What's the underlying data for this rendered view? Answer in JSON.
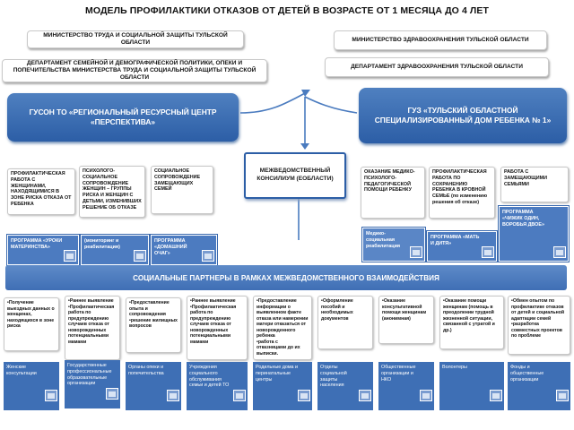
{
  "title": "МОДЕЛЬ ПРОФИЛАКТИКИ ОТКАЗОВ ОТ ДЕТЕЙ В ВОЗРАСТЕ ОТ 1 МЕСЯЦА ДО 4 ЛЕТ",
  "ministries": {
    "labor": "МИНИСТЕРСТВО ТРУДА И СОЦИАЛЬНОЙ ЗАЩИТЫ ТУЛЬСКОЙ ОБЛАСТИ",
    "health": "МИНИСТЕРСТВО ЗДРАВООХРАНЕНИЯ ТУЛЬСКОЙ ОБЛАСТИ",
    "dept_family": "ДЕПАРТАМЕНТ СЕМЕЙНОЙ И ДЕМОГРАФИЧЕСКОЙ ПОЛИТИКИ, ОПЕКИ И ПОПЕЧИТЕЛЬСТВА МИНИСТЕРСТВА ТРУДА И СОЦИАЛЬНОЙ ЗАЩИТЫ ТУЛЬСКОЙ ОБЛАСТИ",
    "dept_health": "ДЕПАРТАМЕНТ ЗДРАВООХРАНЕНИЯ ТУЛЬСКОЙ ОБЛАСТИ"
  },
  "institutions": {
    "left": "ГУСОН ТО «РЕГИОНАЛЬНЫЙ РЕСУРСНЫЙ ЦЕНТР «ПЕРСПЕКТИВА»",
    "right": "ГУЗ «ТУЛЬСКИЙ ОБЛАСТНОЙ СПЕЦИАЛИЗИРОВАННЫЙ ДОМ РЕБЕНКА № 1»"
  },
  "consilium": "МЕЖВЕДОМСТВЕННЫЙ КОНСИЛИУМ (ЕОБЛАСТИ)",
  "left_services": [
    "ПРОФИЛАКТИЧЕСКАЯ РАБОТА С ЖЕНЩИНАМИ, НАХОДЯЩИМИСЯ В ЗОНЕ РИСКА ОТКАЗА ОТ РЕБЕНКА",
    "ПСИХОЛОГО-СОЦИАЛЬНОЕ СОПРОВОЖДЕНИЕ ЖЕНЩИН – ГРУППЫ РИСКА И ЖЕНЩИН С ДЕТЬМИ, ИЗМЕНИВШИХ РЕШЕНИЕ ОБ ОТКАЗЕ",
    "СОЦИАЛЬНОЕ СОПРОВОЖДЕНИЕ ЗАМЕЩАЮЩИХ СЕМЕЙ"
  ],
  "left_programs": [
    "ПРОГРАММА «УРОКИ МАТЕРИНСТВА»",
    "(мониторинг и реабилитация)",
    "ПРОГРАММА «ДОМАШНИЙ ОЧАГ»"
  ],
  "right_services": [
    "ОКАЗАНИЕ МЕДИКО-ПСИХОЛОГО-ПЕДАГОГИЧЕСКОЙ ПОМОЩИ РЕБЕНКУ",
    "ПРОФИЛАКТИЧЕСКАЯ РАБОТА ПО СОХРАНЕНИЮ РЕБЕНКА В КРОВНОЙ СЕМЬЕ (по изменению решения об отказе)",
    "РАБОТА С ЗАМЕЩАЮЩИМИ СЕМЬЯМИ"
  ],
  "right_programs": [
    "Медико-социальная реабилитация",
    "ПРОГРАММА «МАТЬ И ДИТЯ»",
    "ПРОГРАММА «ЧИЖИК ОДИН, ВОРОБЬЯ ДВОЕ»"
  ],
  "banner": "СОЦИАЛЬНЫЕ ПАРТНЕРЫ В РАМКАХ МЕЖВЕДОМСТВЕННОГО ВЗАИМОДЕЙСТВИЯ",
  "partners": [
    {
      "items": [
        "Получение выездных данных о женщинах, находящихся в зоне риска"
      ],
      "note": "Женские консультации"
    },
    {
      "items": [
        "Раннее выявление",
        "Профилактическая работа по предупреждению случаев отказа от новорожденных потенциальными мамами"
      ],
      "note": "Государственные профессиональные образовательные организации"
    },
    {
      "items": [
        "Предоставление опыта и сопровождения",
        "решение жилищных вопросов"
      ],
      "note": "Органы опеки и попечительства"
    },
    {
      "items": [
        "Раннее выявление",
        "Профилактическая работа по предупреждению случаев отказа от новорожденных потенциальными мамами"
      ],
      "note": "Учреждения социального обслуживания семьи и детей ТО"
    },
    {
      "items": [
        "Предоставление информации о выявленном факте отказа или намерении матери отказаться от новорожденного ребенка",
        "работа с отказницами до их выписки."
      ],
      "note": "Родильные дома и перинатальные центры"
    },
    {
      "items": [
        "Оформление пособий и необходимых документов"
      ],
      "note": "Отделы социальной защиты населения"
    },
    {
      "items": [
        "Оказание консультативной помощи женщинам (анонимная)"
      ],
      "note": "Общественные организации и НКО"
    },
    {
      "items": [
        "Оказание помощи женщинам (помощь в преодолении трудной жизненной ситуации, связанной с утратой и др.)"
      ],
      "note": "Волонтеры"
    },
    {
      "items": [
        "Обмен опытом по профилактике отказов от детей и социальной адаптации семей",
        "разработка совместных проектов по проблеме"
      ],
      "note": "Фонды и общественные организации"
    }
  ]
}
